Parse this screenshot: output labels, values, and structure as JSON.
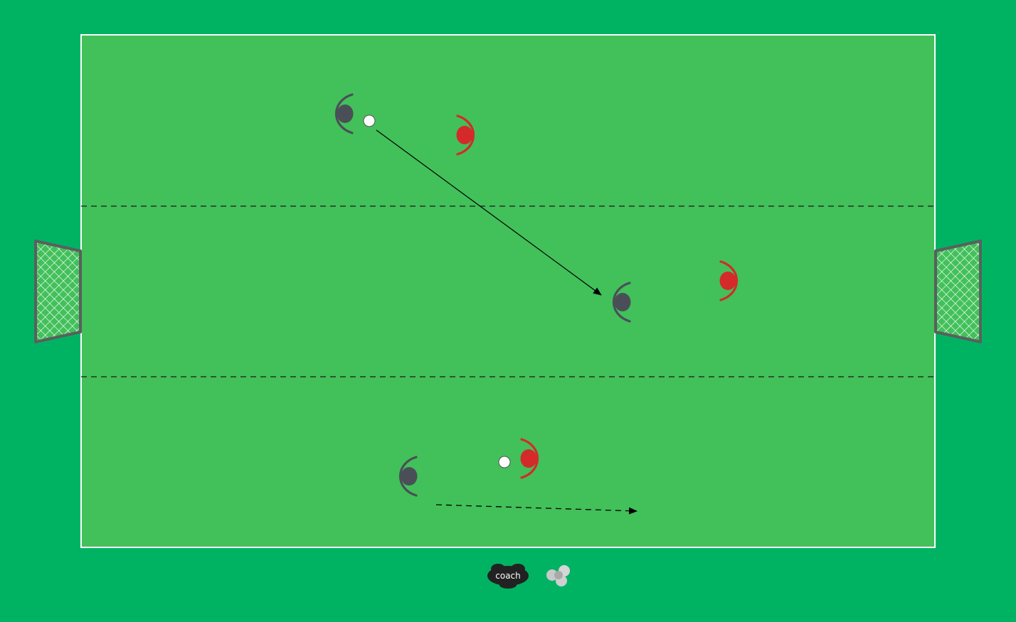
{
  "colors": {
    "background": "#00b363",
    "pitch": "#42c05a",
    "pitch_line": "#ffffff",
    "zone_line": "#1a1a1a",
    "team_dark": "#4a4f57",
    "team_red": "#d42a2a",
    "ball": "#ffffff",
    "goal_frame": "#59605e"
  },
  "pitch": {
    "zones": 3
  },
  "players": [
    {
      "id": "dark-1",
      "team": "dark",
      "facing": "right"
    },
    {
      "id": "red-1",
      "team": "red",
      "facing": "left"
    },
    {
      "id": "dark-2",
      "team": "dark",
      "facing": "right"
    },
    {
      "id": "red-2",
      "team": "red",
      "facing": "left"
    },
    {
      "id": "dark-3",
      "team": "dark",
      "facing": "right"
    },
    {
      "id": "red-3",
      "team": "red",
      "facing": "left"
    }
  ],
  "balls": [
    {
      "id": "ball-1"
    },
    {
      "id": "ball-2"
    }
  ],
  "movements": [
    {
      "id": "pass-arrow",
      "type": "pass",
      "style": "solid"
    },
    {
      "id": "run-arrow",
      "type": "run",
      "style": "dashed"
    }
  ],
  "logo": {
    "text": "coach",
    "icon": "coach-logo"
  }
}
